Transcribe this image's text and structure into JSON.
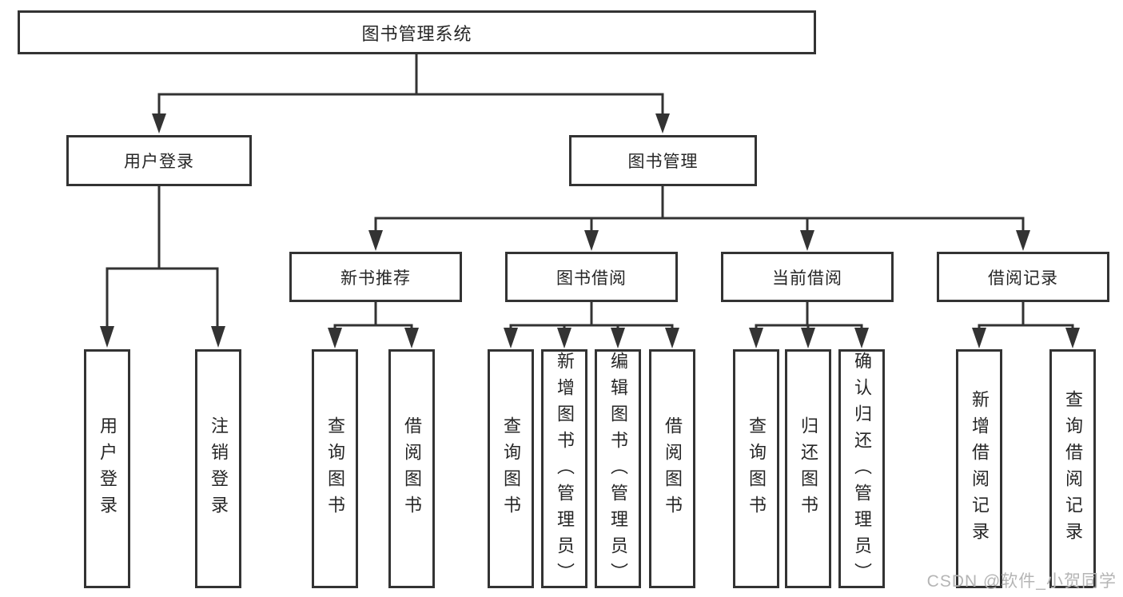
{
  "diagram": {
    "root": "图书管理系统",
    "level2": [
      {
        "label": "用户登录",
        "children": [
          "用户登录",
          "注销登录"
        ]
      },
      {
        "label": "图书管理",
        "children": [
          {
            "label": "新书推荐",
            "children": [
              "查询图书",
              "借阅图书"
            ]
          },
          {
            "label": "图书借阅",
            "children": [
              "查询图书",
              "新增图书（管理员）",
              "编辑图书（管理员）",
              "借阅图书"
            ]
          },
          {
            "label": "当前借阅",
            "children": [
              "查询图书",
              "归还图书",
              "确认归还（管理员）"
            ]
          },
          {
            "label": "借阅记录",
            "children": [
              "新增借阅记录",
              "查询借阅记录"
            ]
          }
        ]
      }
    ]
  },
  "watermark": "CSDN @软件_小贺同学",
  "colors": {
    "line": "#333333",
    "text": "#262626",
    "watermark": "#b5b5b5",
    "background": "#ffffff"
  }
}
